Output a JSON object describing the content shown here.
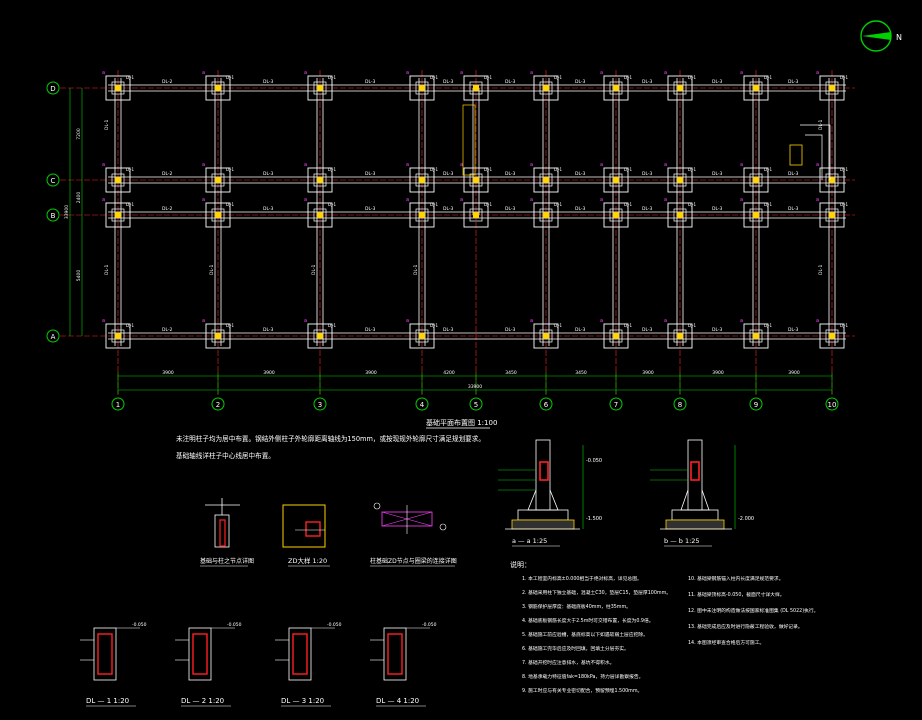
{
  "plan": {
    "axes_row": [
      {
        "label": "D",
        "y": 0
      },
      {
        "label": "C",
        "y": 1
      },
      {
        "label": "B",
        "y": 2
      },
      {
        "label": "A",
        "y": 3
      }
    ],
    "axes_col": [
      "1",
      "2",
      "3",
      "4",
      "5",
      "6",
      "7",
      "8",
      "9",
      "10"
    ],
    "dims_bottom": [
      "3900",
      "3900",
      "3900",
      "4200",
      "3450",
      "3450",
      "3900",
      "3900",
      "3900"
    ],
    "dim_total": "33900",
    "dims_left": [
      "7200",
      "2400",
      "5400"
    ],
    "beam_label": "DL-3",
    "beam_label_alt": "DL-2",
    "beam_label_v": "DL-1",
    "footing_label": "DJ-1",
    "title": "基础平面布置图 1:100",
    "note_line1": "未注明柱子均为居中布置。钢结外侧柱子外轮廓距离轴线为150mm，或按现规外轮廓尺寸满足规划要求。",
    "note_line2": "基础轴线详柱子中心线居中布置。"
  },
  "north": {
    "label": "N"
  },
  "sections": {
    "aa_title": "a — a 1:25",
    "bb_title": "b — b 1:25",
    "dims": [
      "-0.050",
      "-1.500",
      "-2.000"
    ]
  },
  "details": {
    "d1_title": "基础与柱之节点详图",
    "d2_title": "ZD大样 1:20",
    "d3_title": "柱基础ZD节点与圈梁的连接详图"
  },
  "beams": [
    {
      "title": "DL — 1 1:20",
      "level": "-0.050"
    },
    {
      "title": "DL — 2 1:20",
      "level": "-0.050"
    },
    {
      "title": "DL — 3 1:20",
      "level": "-0.050"
    },
    {
      "title": "DL — 4 1:20",
      "level": "-0.050"
    }
  ],
  "notes": {
    "header": "说明：",
    "left": [
      "1. 本工程室内标高±0.000相当于绝对标高，详见总图。",
      "2. 基础采用柱下独立基础，混凝土C30，垫层C15，垫层厚100mm。",
      "3. 钢筋保护层厚度：基础底板40mm，柱35mm。",
      "4. 基础底板钢筋长度大于2.5m时可交错布置，长度为0.9倍。",
      "5. 基础施工前应验槽，基底标高以下如遇软弱土层应挖除。",
      "6. 基础施工完毕后应及时回填，回填土分层夯实。",
      "7. 基础开挖时应注意排水，基坑不得积水。",
      "8. 地基承载力特征值fak=180kPa，持力层详勘察报告。",
      "9. 施工时应与有关专业密切配合，预留预埋1.500mm。"
    ],
    "right": [
      "10. 基础梁钢筋锚入柱内长度满足规范要求。",
      "11. 基础梁顶标高-0.050，截面尺寸详大样。",
      "12. 图中未注明的构造做法按国家标准图集 (DL 5022)执行。",
      "13. 基础完成后应及时进行隐蔽工程验收，做好记录。",
      "14. 本图须经审查合格后方可施工。"
    ]
  }
}
